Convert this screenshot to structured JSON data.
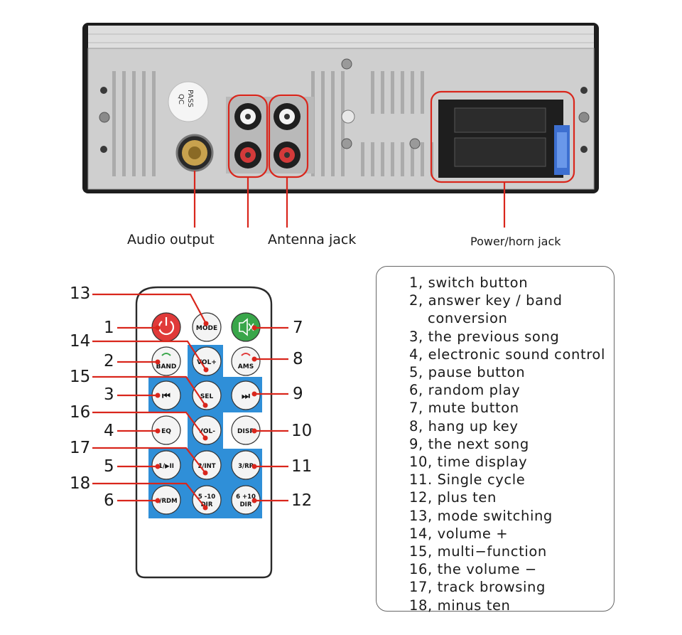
{
  "labels": {
    "audio_output": "Audio output",
    "antenna_jack": "Antenna jack",
    "power_horn_jack": "Power/horn jack",
    "qc_pass_line1": "QC",
    "qc_pass_line2": "PASS"
  },
  "remote": {
    "buttons": {
      "power": "",
      "mode": "MODE",
      "mute": "",
      "band": "BAND",
      "vol_plus": "VOL+",
      "ams": "AMS",
      "prev": "⏮",
      "sel": "SEL",
      "next": "⏭",
      "eq": "EQ",
      "vol_minus": "VOL-",
      "disp": "DISP",
      "b1": "1/▶II",
      "b2": "2/INT",
      "b3": "3/RP",
      "b4": "4/RDM",
      "b5a": "5 -10",
      "b5b": "DIR",
      "b6a": "6 +10",
      "b6b": "DIR"
    },
    "callouts": {
      "n1": "1",
      "n2": "2",
      "n3": "3",
      "n4": "4",
      "n5": "5",
      "n6": "6",
      "n7": "7",
      "n8": "8",
      "n9": "9",
      "n10": "10",
      "n11": "11",
      "n12": "12",
      "n13": "13",
      "n14": "14",
      "n15": "15",
      "n16": "16",
      "n17": "17",
      "n18": "18"
    }
  },
  "legend": {
    "items": [
      "1, switch button",
      "2, answer key / band",
      "conversion",
      "3, the previous song",
      "4, electronic sound control",
      "5, pause button",
      "6, random play",
      "7, mute button",
      "8, hang up key",
      "9, the next song",
      "10, time display",
      "11. Single cycle",
      "12, plus ten",
      "13, mode switching",
      "14, volume +",
      "15, multi−function",
      "16, the volume −",
      "17, track browsing",
      "18, minus ten"
    ]
  },
  "colors": {
    "callout_red": "#d9261c",
    "remote_blue": "#2f8fd8",
    "power_red": "#e03a3a",
    "mute_green": "#39a64a",
    "chassis_gray": "#c9c9c9"
  }
}
